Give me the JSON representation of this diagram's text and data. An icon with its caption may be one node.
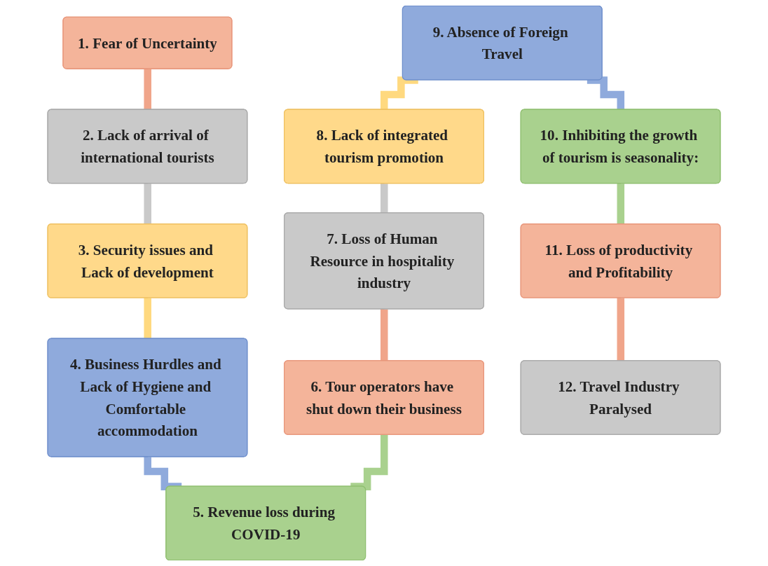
{
  "diagram": {
    "nodes": [
      {
        "text": [
          "1. Fear of Uncertainty"
        ]
      },
      {
        "text": [
          "2. Lack of arrival of international tourists"
        ]
      },
      {
        "text": [
          "3. Security issues and Lack of development"
        ]
      },
      {
        "text": [
          "4. Business Hurdles and Lack of Hygiene and Comfortable accommodation"
        ]
      },
      {
        "text": [
          "5. Revenue loss during COVID-19"
        ]
      },
      {
        "text": [
          "6. Tour operators have shut down their business"
        ]
      },
      {
        "text": [
          "7. Loss of Human Resource in hospitality industry"
        ]
      },
      {
        "text": [
          "8. Lack of integrated tourism promotion"
        ]
      },
      {
        "text": [
          "9. Absence of Foreign Travel"
        ]
      },
      {
        "text": [
          "10. Inhibiting the growth of tourism is seasonality:"
        ]
      },
      {
        "text": [
          "11. Loss of productivity and Profitability"
        ]
      },
      {
        "text": [
          "12. Travel Industry Paralysed"
        ]
      }
    ],
    "edges": [
      {
        "from": 0,
        "to": 1,
        "arrow": "none",
        "color": "#f0a58a"
      },
      {
        "from": 1,
        "to": 2,
        "arrow": "none",
        "color": "#c9c9c9"
      },
      {
        "from": 2,
        "to": 3,
        "arrow": "none",
        "color": "#ffd97f"
      },
      {
        "from": 3,
        "to": 4,
        "arrow": "none",
        "color": "#8faadc"
      },
      {
        "from": 4,
        "to": 5,
        "arrow": "none",
        "color": "#a9d18e"
      },
      {
        "from": 5,
        "to": 6,
        "arrow": "none",
        "color": "#f0a58a"
      },
      {
        "from": 6,
        "to": 7,
        "arrow": "none",
        "color": "#c9c9c9"
      },
      {
        "from": 7,
        "to": 8,
        "arrow": "none",
        "color": "#ffd97f"
      },
      {
        "from": 8,
        "to": 9,
        "arrow": "none",
        "color": "#8faadc"
      },
      {
        "from": 9,
        "to": 10,
        "arrow": "none",
        "color": "#a9d18e"
      },
      {
        "from": 10,
        "to": 11,
        "arrow": "none",
        "color": "#f0a58a"
      }
    ]
  }
}
